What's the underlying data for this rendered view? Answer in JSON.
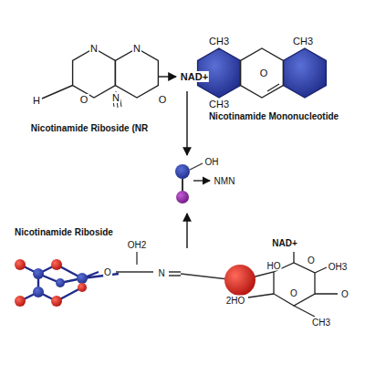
{
  "diagram": {
    "labels": [
      "N",
      "N",
      "NAD+",
      "CH3",
      "CH3",
      "H",
      "O",
      "N",
      "O",
      "O",
      "CH3",
      "Nicotinamide Riboside (NR",
      "Nicotinamide Mononucleotide",
      "OH",
      "NMN",
      "Nicotinamide Riboside",
      "OH2",
      "NAD+",
      "HO",
      "O",
      "OH3",
      "O",
      "N",
      "O",
      "O",
      "2HO",
      "CH3"
    ]
  }
}
